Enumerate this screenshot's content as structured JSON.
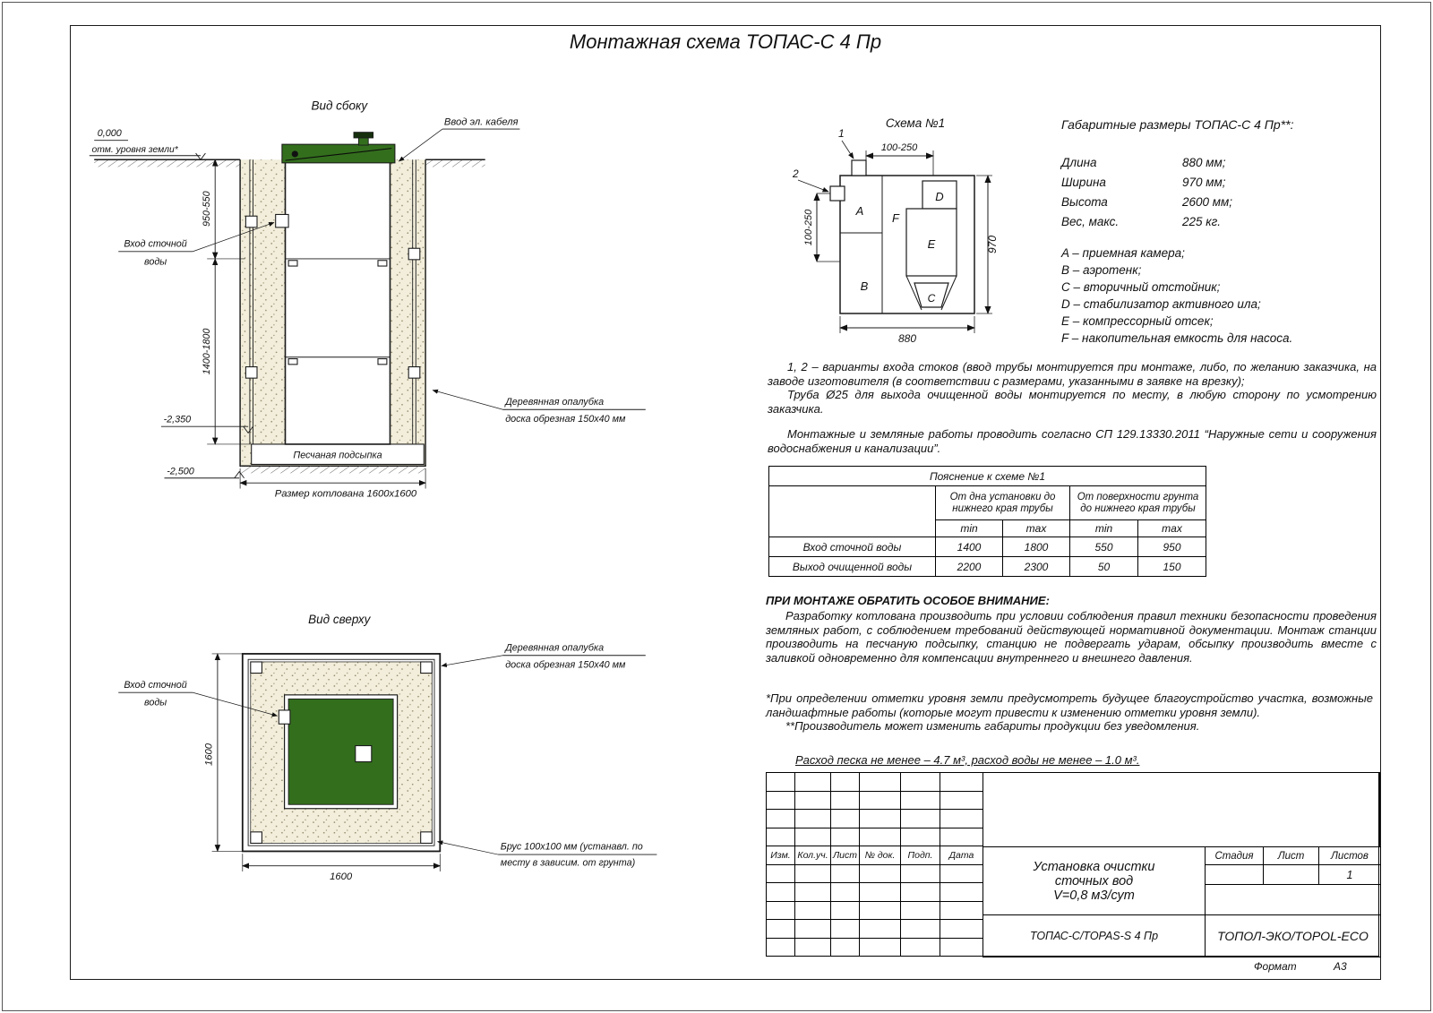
{
  "page": {
    "title": "Монтажная схема ТОПАС-С 4 Пр",
    "format_label": "Формат",
    "format_value": "А3"
  },
  "colors": {
    "green": "#336e1d",
    "sand": "#f2eedb",
    "line": "#1a1a1a"
  },
  "side_view": {
    "title": "Вид сбоку",
    "cable_label": "Ввод эл. кабеля",
    "zero_mark": "0,000",
    "ground_label": "отм. уровня земли*",
    "dim_upper": "950-550",
    "dim_lower": "1400-1800",
    "inlet_line1": "Вход сточной",
    "inlet_line2": "воды",
    "level_tank_bottom": "-2,350",
    "level_pit_bottom": "-2,500",
    "sand_label": "Песчаная подсыпка",
    "pit_dim": "Размер котлована 1600x1600",
    "formwork_line1": "Деревянная опалубка",
    "formwork_line2": "доска обрезная 150x40 мм"
  },
  "top_view": {
    "title": "Вид сверху",
    "inlet_line1": "Вход сточной",
    "inlet_line2": "воды",
    "formwork_line1": "Деревянная опалубка",
    "formwork_line2": "доска обрезная 150x40 мм",
    "beam_line1": "Брус 100x100 мм (устанавл. по",
    "beam_line2": "месту в зависим. от грунта)",
    "dim_left": "1600",
    "dim_bottom": "1600"
  },
  "scheme": {
    "title": "Схема №1",
    "marker1": "1",
    "marker2": "2",
    "dim_top": "100-250",
    "dim_left": "100-250",
    "dim_right": "970",
    "dim_bottom": "880",
    "comp_a": "A",
    "comp_b": "B",
    "comp_c": "C",
    "comp_d": "D",
    "comp_e": "E",
    "comp_f": "F"
  },
  "specs": {
    "title": "Габаритные размеры ТОПАС-С 4 Пр**:",
    "rows": [
      {
        "label": "Длина",
        "value": "880 мм;"
      },
      {
        "label": "Ширина",
        "value": "970 мм;"
      },
      {
        "label": "Высота",
        "value": "2600 мм;"
      },
      {
        "label": "Вес, макс.",
        "value": "225 кг."
      }
    ],
    "legend": [
      "A – приемная камера;",
      "B – аэротенк;",
      "C – вторичный отстойник;",
      "D – стабилизатор активного ила;",
      "E – компрессорный отсек;",
      "F – накопительная емкость для насоса."
    ]
  },
  "notes": {
    "variants": "1, 2 – варианты входа  стоков (ввод трубы монтируется при монтаже, либо, по желанию заказчика, на заводе изготовителя (в соответствии с размерами, указанными в заявке на врезку);",
    "pipe": "Труба Ø25 для выхода очищенной воды монтируется по месту, в любую сторону по усмотрению заказчика.",
    "sp": "Монтажные и земляные работы проводить согласно СП 129.13330.2011 “Наружные сети и сооружения водоснабжения и канализации”."
  },
  "table": {
    "title": "Пояснение к схеме №1",
    "col_group_1": "От дна установки до нижнего края трубы",
    "col_group_2": "От поверхности грунта до нижнего края трубы",
    "min": "min",
    "max": "max",
    "rows": [
      {
        "label": "Вход сточной воды",
        "values": [
          "1400",
          "1800",
          "550",
          "950"
        ]
      },
      {
        "label": "Выход очищенной воды",
        "values": [
          "2200",
          "2300",
          "50",
          "150"
        ]
      }
    ]
  },
  "attention": {
    "title": "ПРИ МОНТАЖЕ ОБРАТИТЬ ОСОБОЕ ВНИМАНИЕ:",
    "body": "Разработку котлована производить при условии соблюдения правил техники безопасности проведения земляных работ, с соблюдением требований действующей нормативной документации. Монтаж станции производить на песчаную подсыпку, станцию не подвергать ударам, обсыпку производить вместе с заливкой одновременно для компенсации внутреннего и внешнего давления.",
    "note1": "*При определении отметки уровня земли предусмотреть будущее благоустройство участка, возможные ландшафтные работы (которые могут привести к изменению отметки уровня земли).",
    "note2": "**Производитель может изменить габариты продукции без уведомления.",
    "consumption": "Расход песка не менее – 4.7 м³, расход воды не менее – 1.0 м³."
  },
  "title_block": {
    "headers": [
      "Изм.",
      "Кол.уч.",
      "Лист",
      "№ док.",
      "Подп.",
      "Дата"
    ],
    "project_1": "Установка очистки",
    "project_2": "сточных вод",
    "project_3": "V=0,8 м3/сут",
    "stage_label": "Стадия",
    "sheet_label": "Лист",
    "sheets_label": "Листов",
    "sheets_value": "1",
    "model": "ТОПАС-С/TOPAS-S 4 Пр",
    "company": "ТОПОЛ-ЭКО/TOPOL-ECO"
  }
}
